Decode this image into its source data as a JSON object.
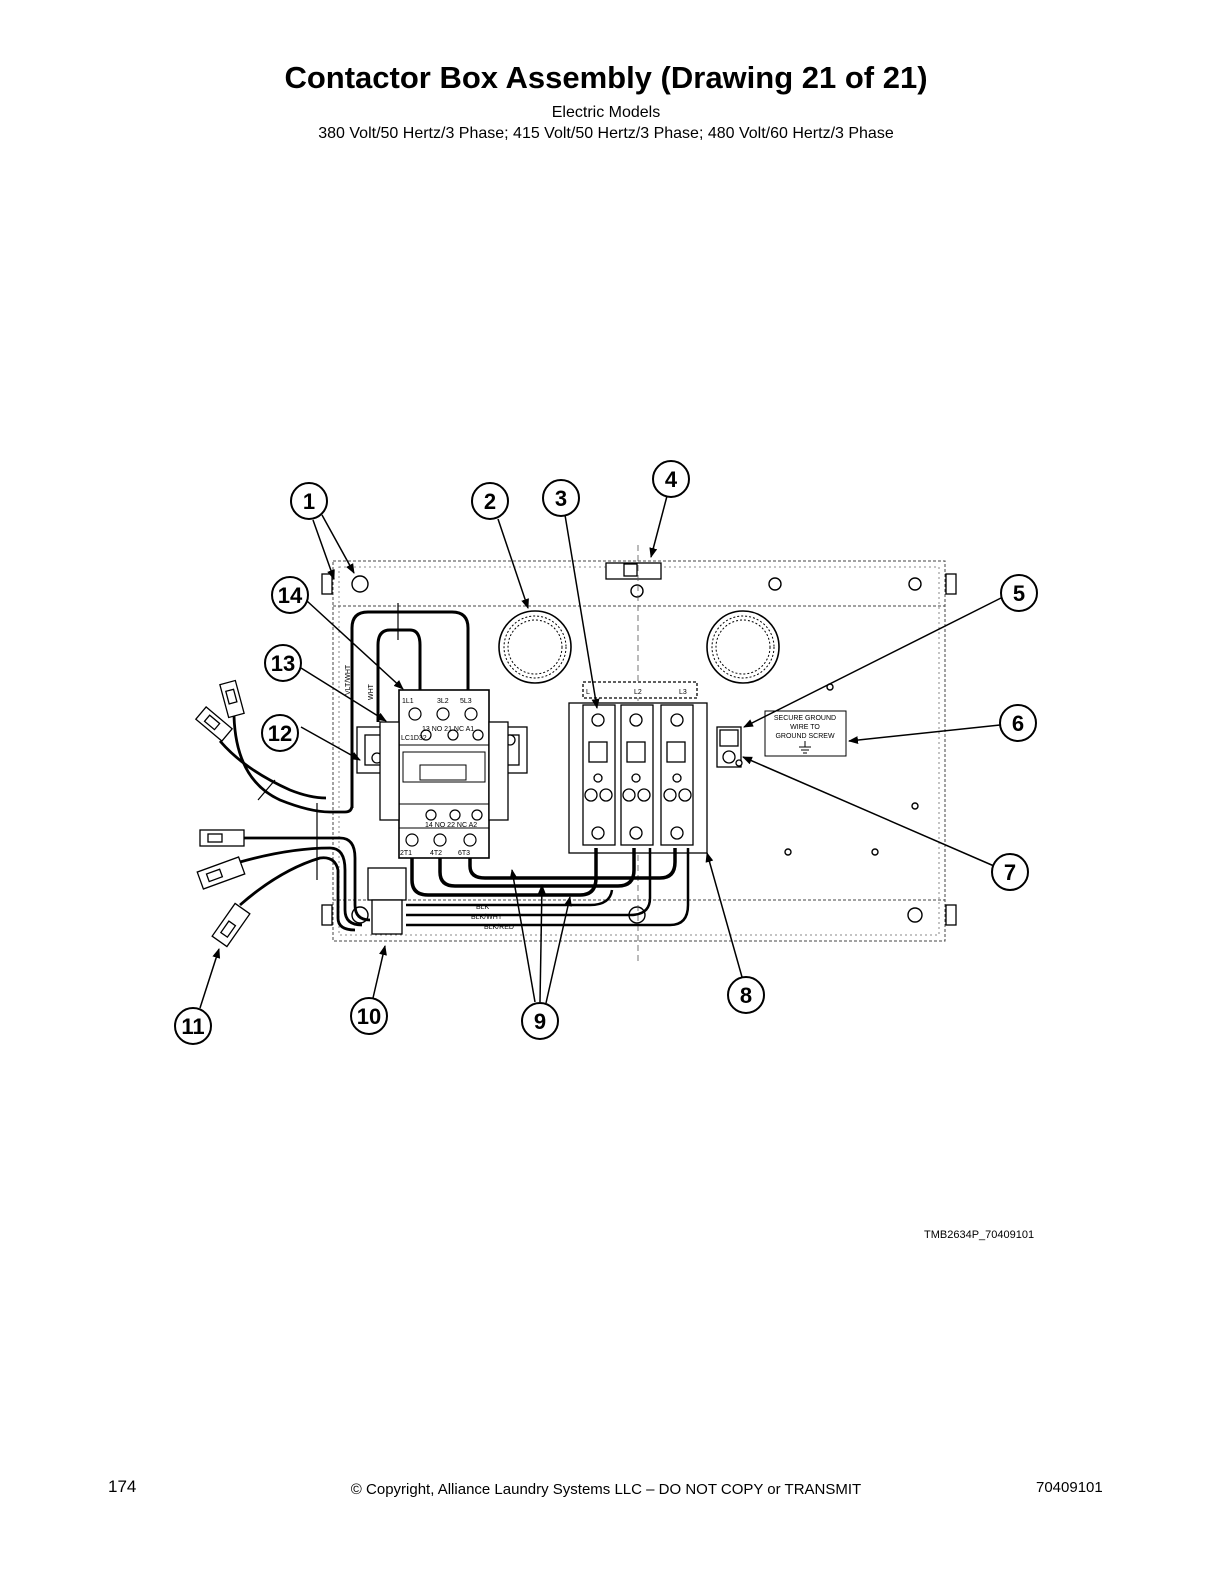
{
  "header": {
    "title": "Contactor Box Assembly (Drawing 21 of 21)",
    "subtitle": "Electric Models",
    "voltages": "380 Volt/50 Hertz/3 Phase; 415 Volt/50 Hertz/3 Phase; 480 Volt/60 Hertz/3 Phase"
  },
  "diagram": {
    "callouts": [
      "1",
      "2",
      "3",
      "4",
      "5",
      "6",
      "7",
      "8",
      "9",
      "10",
      "11",
      "12",
      "13",
      "14"
    ],
    "contactor": {
      "t_l1": "1L1",
      "t_l2": "3L2",
      "t_l3": "5L3",
      "aux_top": "13 NO 21 NC A1",
      "model": "LC1D32",
      "aux_bottom": "14 NO 22 NC A2",
      "t_t1": "2T1",
      "t_t2": "4T2",
      "t_t3": "6T3"
    },
    "terminal_labels": [
      "L",
      "L2",
      "L3"
    ],
    "ground_label": [
      "SECURE GROUND",
      "WIRE TO",
      "GROUND SCREW"
    ],
    "wire_labels": {
      "vlt_wht": "VLT/WHT",
      "wht": "WHT",
      "blk": "BLK",
      "blk_wht": "BLK/WHT",
      "blk_red": "BLK/RED"
    },
    "drawing_id": "TMB2634P_70409101"
  },
  "footer": {
    "page_number": "174",
    "copyright": "© Copyright, Alliance Laundry Systems LLC – DO NOT COPY or TRANSMIT",
    "doc_number": "70409101"
  }
}
